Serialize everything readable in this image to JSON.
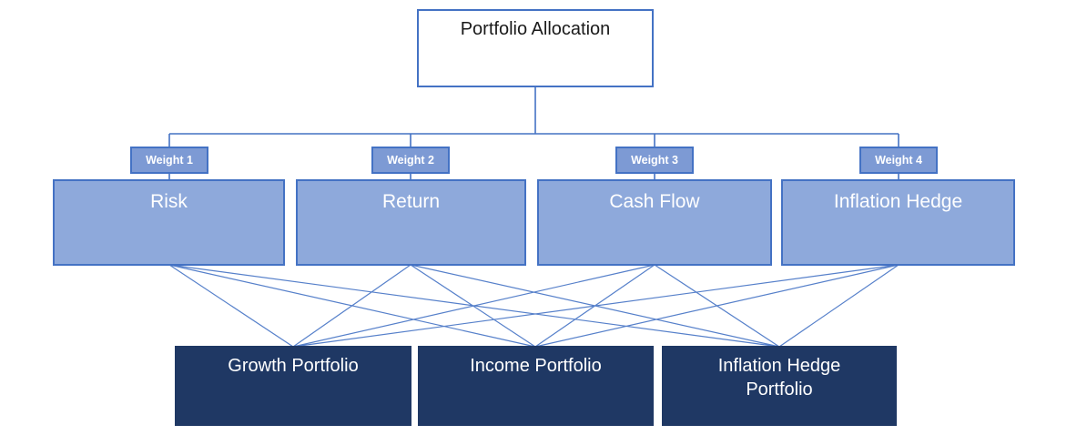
{
  "diagram": {
    "root": {
      "label": "Portfolio Allocation"
    },
    "weights": [
      {
        "label": "Weight 1"
      },
      {
        "label": "Weight 2"
      },
      {
        "label": "Weight 3"
      },
      {
        "label": "Weight 4"
      }
    ],
    "criteria": [
      {
        "label": "Risk"
      },
      {
        "label": "Return"
      },
      {
        "label": "Cash Flow"
      },
      {
        "label": "Inflation Hedge"
      }
    ],
    "portfolios": [
      {
        "label": "Growth Portfolio"
      },
      {
        "label": "Income Portfolio"
      },
      {
        "label": "Inflation Hedge Portfolio"
      }
    ],
    "edges": {
      "root_to_weights": "each weight box hangs from a shared horizontal connector under the root box",
      "criteria_to_portfolios": "every criteria box connects to every portfolio box (12 lines)"
    },
    "colors": {
      "connector": "#4472C4",
      "box_border": "#4472C4",
      "criteria_fill": "#8EA9DB",
      "weight_fill": "#7D9AD4",
      "portfolio_fill": "#1F3864",
      "root_fill": "#FFFFFF",
      "root_text": "#1A1A1A",
      "light_box_text": "#FFFFFF"
    }
  }
}
